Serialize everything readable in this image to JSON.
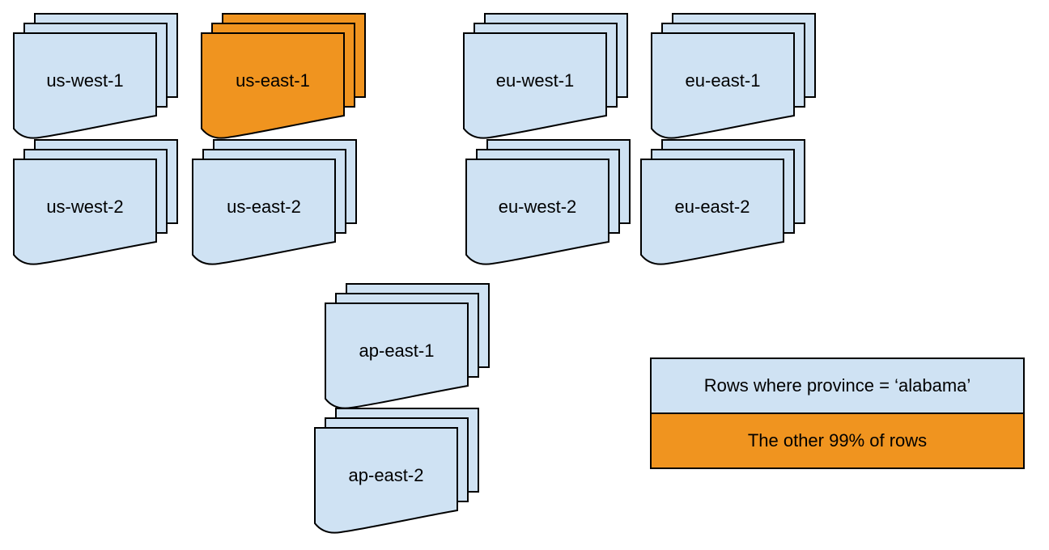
{
  "diagram": {
    "stacks": [
      {
        "label": "us-west-1",
        "highlight": false
      },
      {
        "label": "us-east-1",
        "highlight": true
      },
      {
        "label": "eu-west-1",
        "highlight": false
      },
      {
        "label": "eu-east-1",
        "highlight": false
      },
      {
        "label": "us-west-2",
        "highlight": false
      },
      {
        "label": "us-east-2",
        "highlight": false
      },
      {
        "label": "eu-west-2",
        "highlight": false
      },
      {
        "label": "eu-east-2",
        "highlight": false
      },
      {
        "label": "ap-east-1",
        "highlight": false
      },
      {
        "label": "ap-east-2",
        "highlight": false
      }
    ],
    "legend": {
      "items": [
        {
          "label": "Rows where province = ‘alabama’",
          "color": "#cfe2f3"
        },
        {
          "label": "The other 99% of rows",
          "color": "#f0941f"
        }
      ]
    },
    "colors": {
      "document_fill": "#cfe2f3",
      "highlight_fill": "#f0941f",
      "outline": "#000000",
      "background": "#ffffff"
    }
  }
}
